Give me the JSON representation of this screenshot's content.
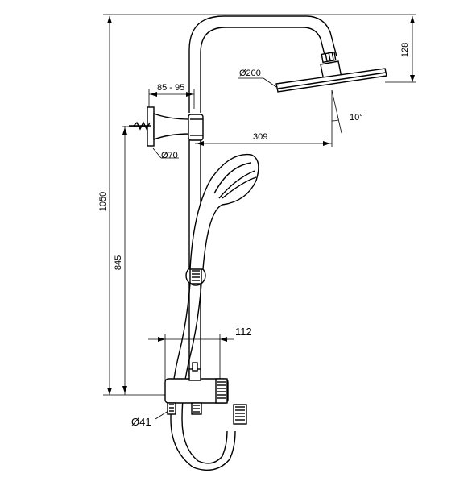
{
  "dimensions": {
    "total_height": "1050",
    "outlet_height": "845",
    "head_drop": "128",
    "head_diameter": "Ø200",
    "head_reach": "309",
    "head_tilt": "10°",
    "bracket_offset": "85 - 95",
    "bracket_diameter": "Ø70",
    "valve_depth": "112",
    "valve_diameter": "Ø41"
  }
}
